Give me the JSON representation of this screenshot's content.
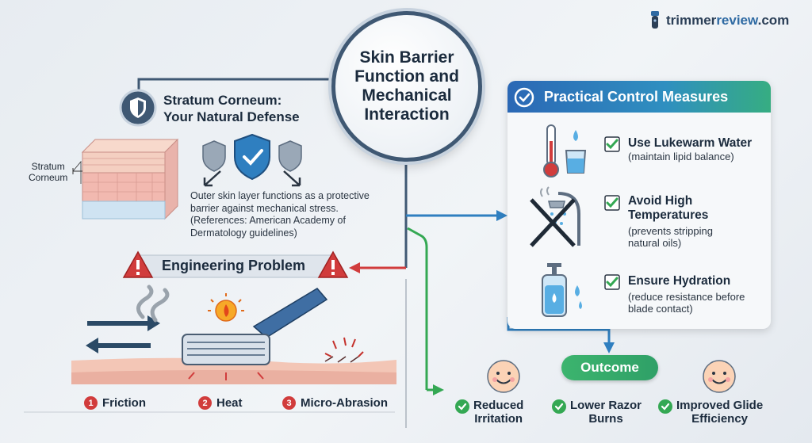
{
  "brand": {
    "prefix": "trimmer",
    "accent": "review",
    "suffix": ".com"
  },
  "hub": {
    "title": "Skin Barrier Function and Mechanical Interaction"
  },
  "stratum": {
    "title_line1": "Stratum Corneum:",
    "title_line2": "Your Natural Defense",
    "label_line1": "Stratum",
    "label_line2": "Corneum",
    "description": "Outer skin layer functions as a protective barrier against mechanical stress.",
    "reference": "(References: American Academy of Dermatology guidelines)"
  },
  "problem": {
    "title": "Engineering Problem",
    "hazards": [
      {
        "num": "1",
        "label": "Friction"
      },
      {
        "num": "2",
        "label": "Heat"
      },
      {
        "num": "3",
        "label": "Micro-Abrasion"
      }
    ]
  },
  "controls": {
    "title": "Practical Control Measures",
    "measures": [
      {
        "title": "Use Lukewarm Water",
        "sub": "(maintain lipid balance)"
      },
      {
        "title_line1": "Avoid High",
        "title_line2": "Temperatures",
        "sub_line1": "(prevents stripping",
        "sub_line2": "natural oils)"
      },
      {
        "title": "Ensure Hydration",
        "sub_line1": "(reduce resistance before",
        "sub_line2": "blade contact)"
      }
    ]
  },
  "outcome": {
    "title": "Outcome",
    "items": [
      {
        "line1": "Reduced",
        "line2": "Irritation"
      },
      {
        "line1": "Lower Razor",
        "line2": "Burns"
      },
      {
        "line1": "Improved Glide",
        "line2": "Efficiency"
      }
    ]
  },
  "colors": {
    "navy": "#3f5873",
    "blue": "#2f7fc0",
    "green": "#34a853",
    "red": "#d13c3c"
  }
}
